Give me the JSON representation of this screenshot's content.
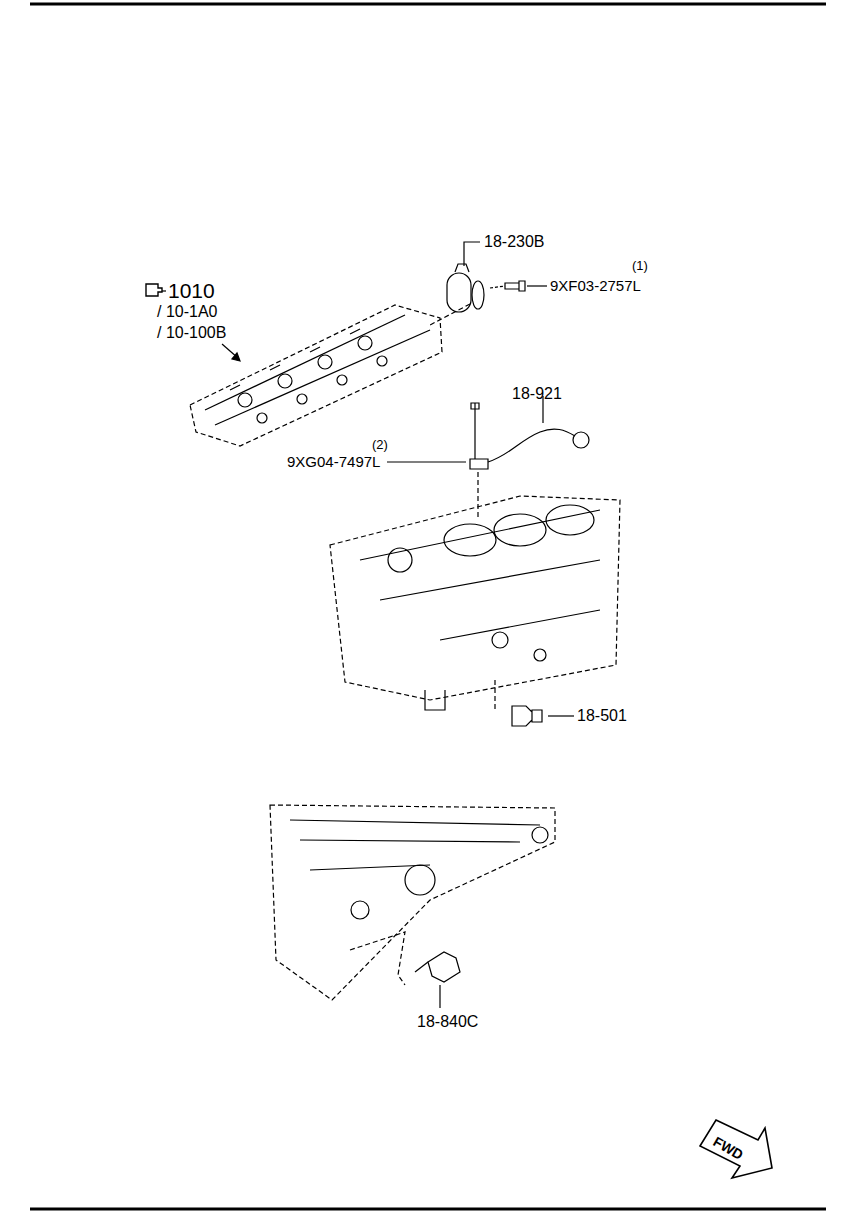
{
  "diagram": {
    "labels": [
      "1010",
      "/ 10-1A0",
      "/ 10-100B",
      "18-230B",
      "(1)",
      "9XF03-2757L",
      "18-921",
      "(2)",
      "9XG04-7497L",
      "18-501",
      "18-840C",
      "FWD"
    ]
  }
}
